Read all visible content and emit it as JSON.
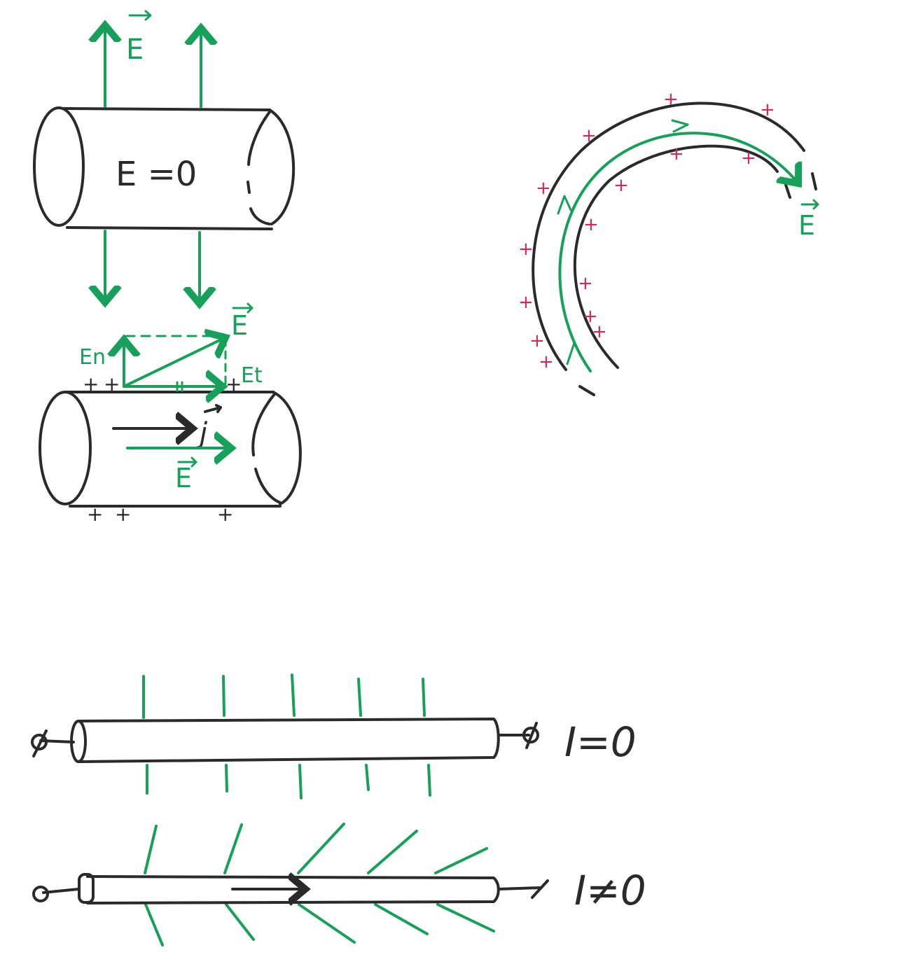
{
  "colors": {
    "conductor": "#2a2a2a",
    "field": "#16a05a",
    "charge": "#d8265a",
    "background": "#ffffff"
  },
  "static_cylinder": {
    "field_label": "E",
    "inside_label": "E =0"
  },
  "current_cylinder": {
    "field_label": "E",
    "normal_component_label": "En",
    "tangential_component_label": "Et",
    "current_density_label": "j",
    "internal_field_label": "E",
    "charge_symbol": "+"
  },
  "bent_wire": {
    "field_label": "E",
    "charge_symbol": "+"
  },
  "wire_no_current": {
    "label": "I=0"
  },
  "wire_with_current": {
    "label": "I≠0"
  }
}
